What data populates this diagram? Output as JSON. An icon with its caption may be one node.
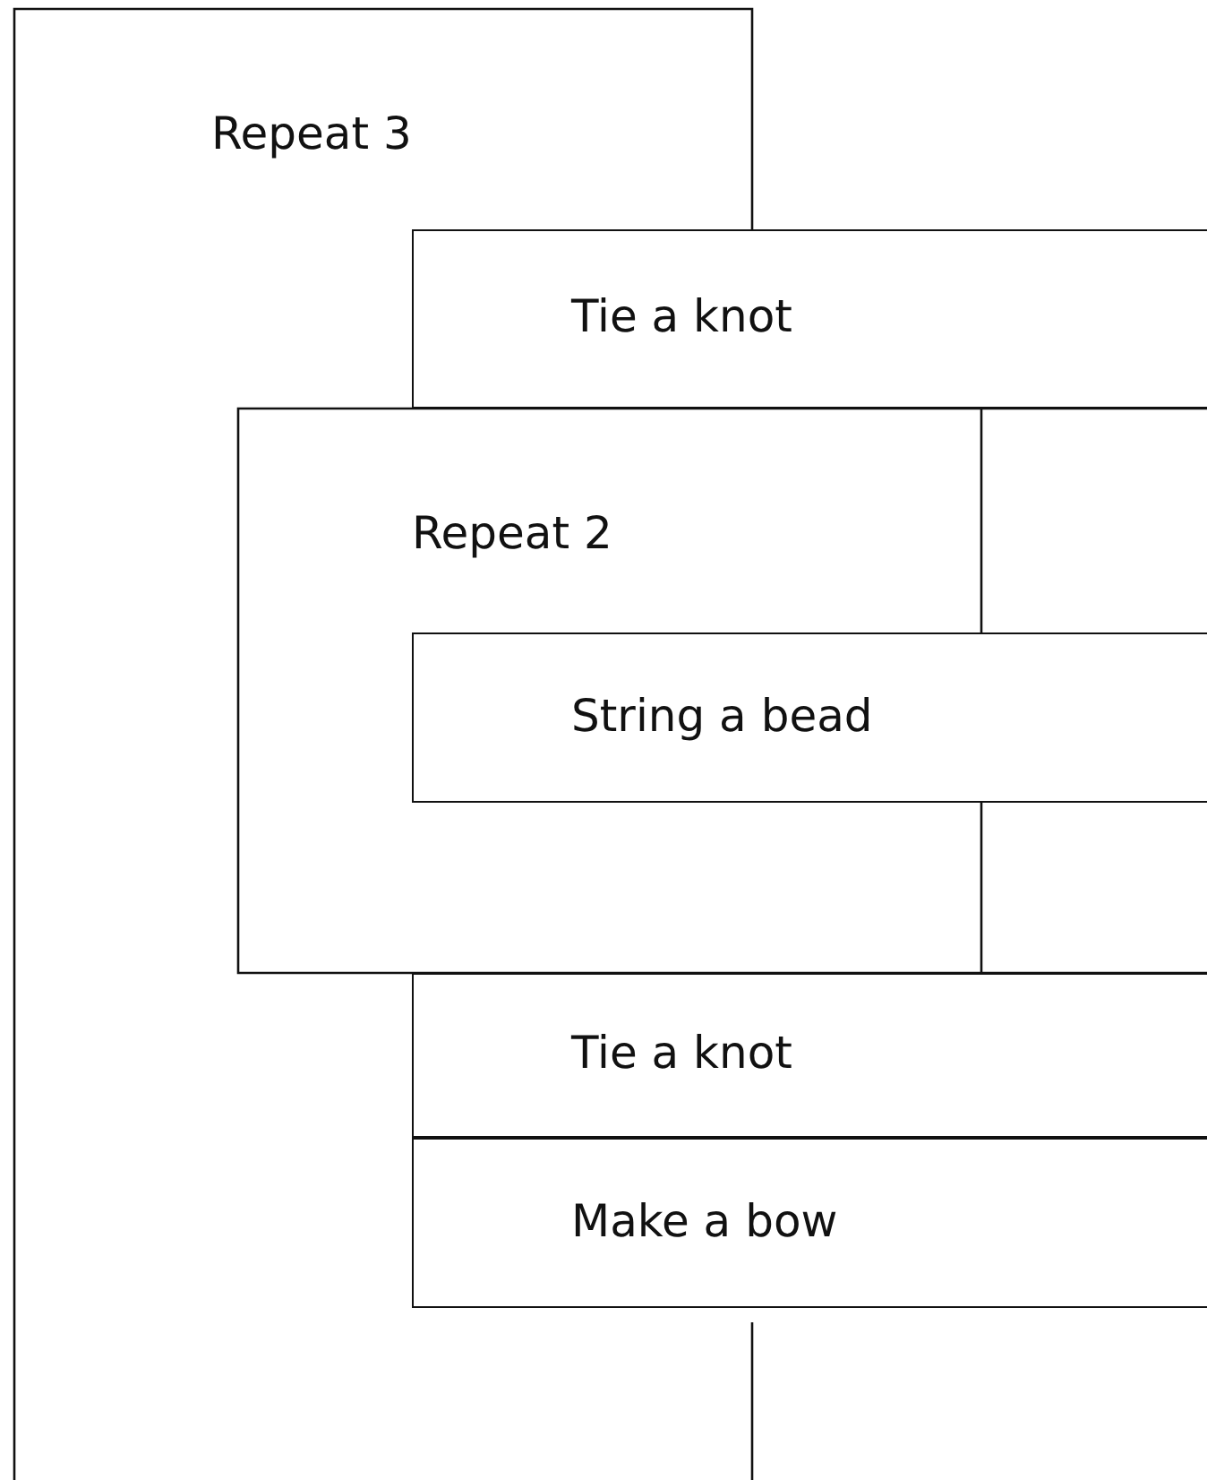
{
  "diagram": {
    "nodes": [
      {
        "text": [
          "Repeat 3"
        ]
      },
      {
        "text": [
          "Tie a knot"
        ],
        "in": 0
      },
      {
        "text": [
          "Repeat 2"
        ],
        "in": 0
      },
      {
        "text": [
          "String a bead"
        ],
        "in": 2
      },
      {
        "text": [
          "Tie a knot"
        ],
        "in": 0
      },
      {
        "text": [
          "Make a bow"
        ],
        "in": 0
      }
    ]
  }
}
